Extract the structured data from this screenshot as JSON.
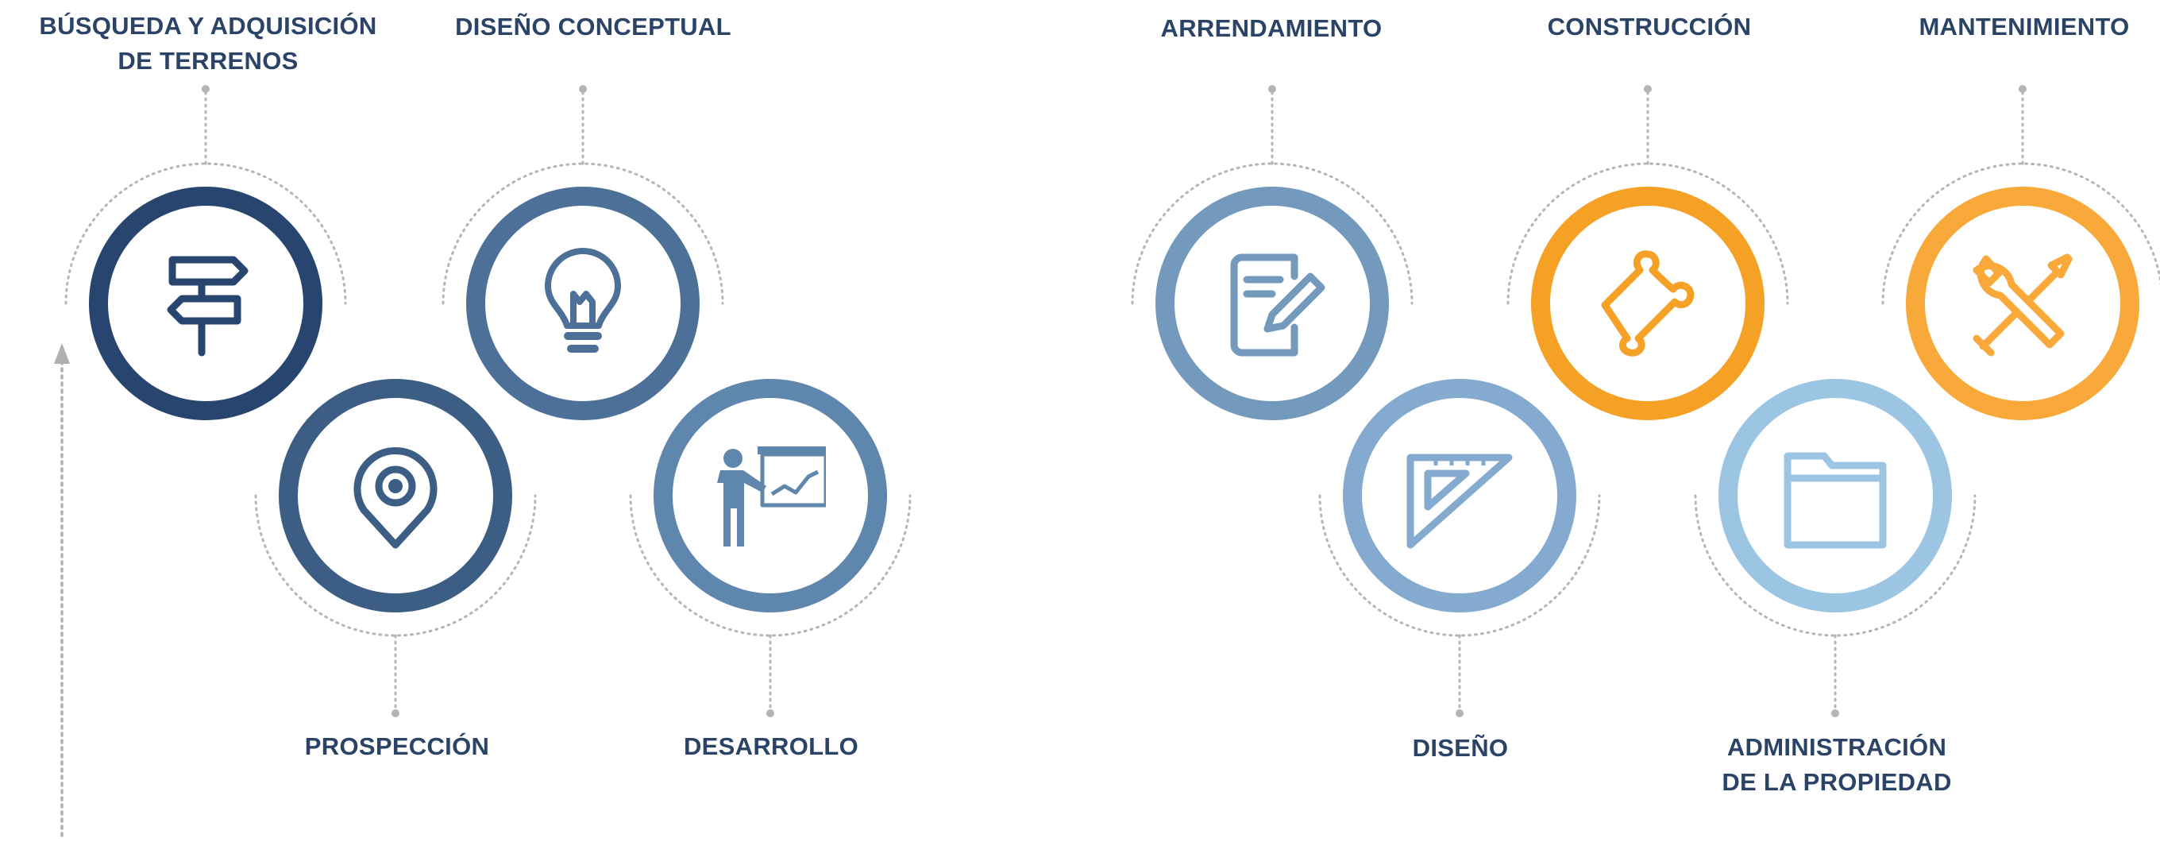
{
  "steps": [
    {
      "id": "busqueda",
      "lines": [
        "BÚSQUEDA Y ADQUISICIÓN",
        "DE TERRENOS"
      ],
      "color": "#27456f",
      "icon": "signpost-icon"
    },
    {
      "id": "prospeccion",
      "lines": [
        "PROSPECCIÓN"
      ],
      "color": "#3c5d84",
      "icon": "map-pin-icon"
    },
    {
      "id": "diseno-conceptual",
      "lines": [
        "DISEÑO CONCEPTUAL"
      ],
      "color": "#4c7097",
      "icon": "lightbulb-icon"
    },
    {
      "id": "desarrollo",
      "lines": [
        "DESARROLLO"
      ],
      "color": "#5f86ad",
      "icon": "presenter-icon"
    },
    {
      "id": "arrendamiento",
      "lines": [
        "ARRENDAMIENTO"
      ],
      "color": "#7399bd",
      "icon": "document-edit-icon"
    },
    {
      "id": "diseno",
      "lines": [
        "DISEÑO"
      ],
      "color": "#84abcf",
      "icon": "set-square-icon"
    },
    {
      "id": "construccion",
      "lines": [
        "CONSTRUCCIÓN"
      ],
      "color": "#f5a126",
      "icon": "puzzle-icon"
    },
    {
      "id": "administracion",
      "lines": [
        "ADMINISTRACIÓN",
        "DE LA PROPIEDAD"
      ],
      "color": "#9cc5e4",
      "icon": "folder-icon"
    },
    {
      "id": "mantenimiento",
      "lines": [
        "MANTENIMIENTO"
      ],
      "color": "#f9a83a",
      "icon": "tools-icon"
    }
  ],
  "colors": {
    "label": "#2a4366",
    "guide": "#b5b5b5",
    "arrow": "#b0b0b0"
  }
}
